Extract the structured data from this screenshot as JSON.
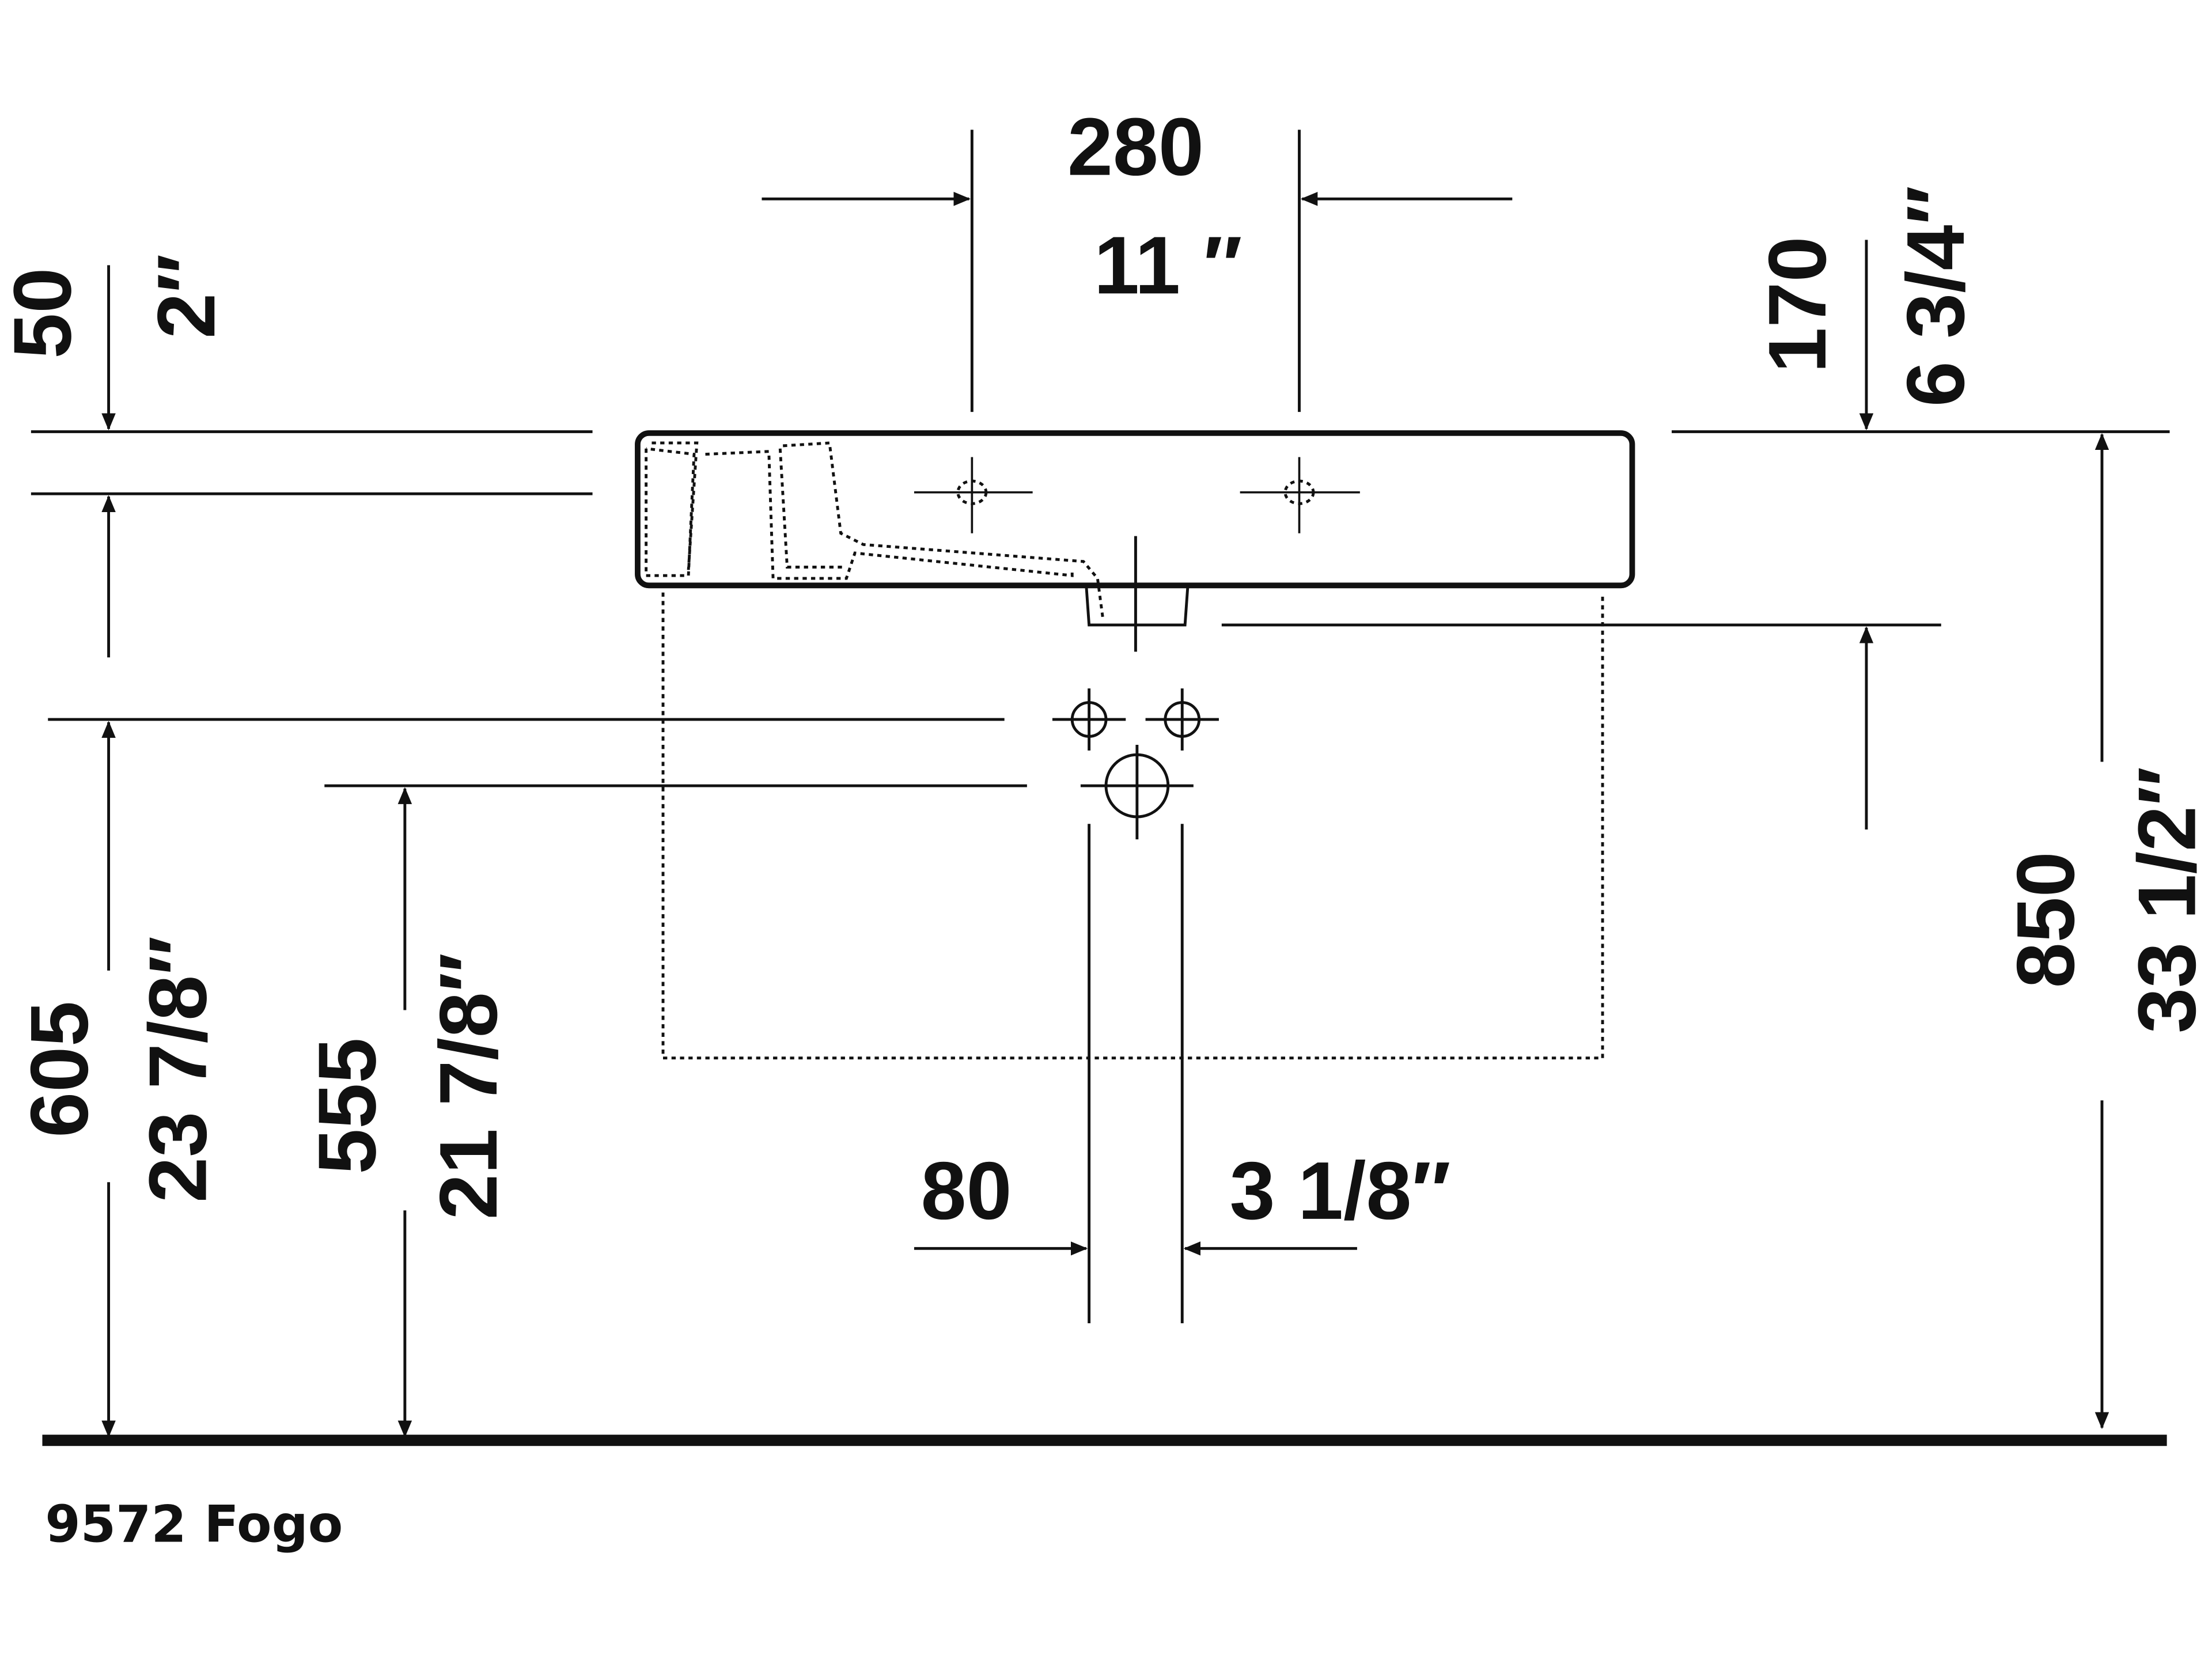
{
  "drawing": {
    "model_label": "9572 Fogo",
    "colors": {
      "line": "#111111",
      "background": "#ffffff"
    }
  },
  "dimensions": {
    "tap_hole_spacing": {
      "mm": "280",
      "inch": "11 ″"
    },
    "top_to_overflow": {
      "mm": "50",
      "inch": "2″"
    },
    "top_to_waste_mm_right": {
      "mm": "170",
      "inch": "6 3/4″"
    },
    "supply_height": {
      "mm": "605",
      "inch": "23 7/8″"
    },
    "waste_height": {
      "mm": "555",
      "inch": "21 7/8″"
    },
    "supply_spacing": {
      "mm": "80",
      "inch": "3 1/8″"
    },
    "rim_height": {
      "mm": "850",
      "inch": "33 1/2″"
    }
  }
}
